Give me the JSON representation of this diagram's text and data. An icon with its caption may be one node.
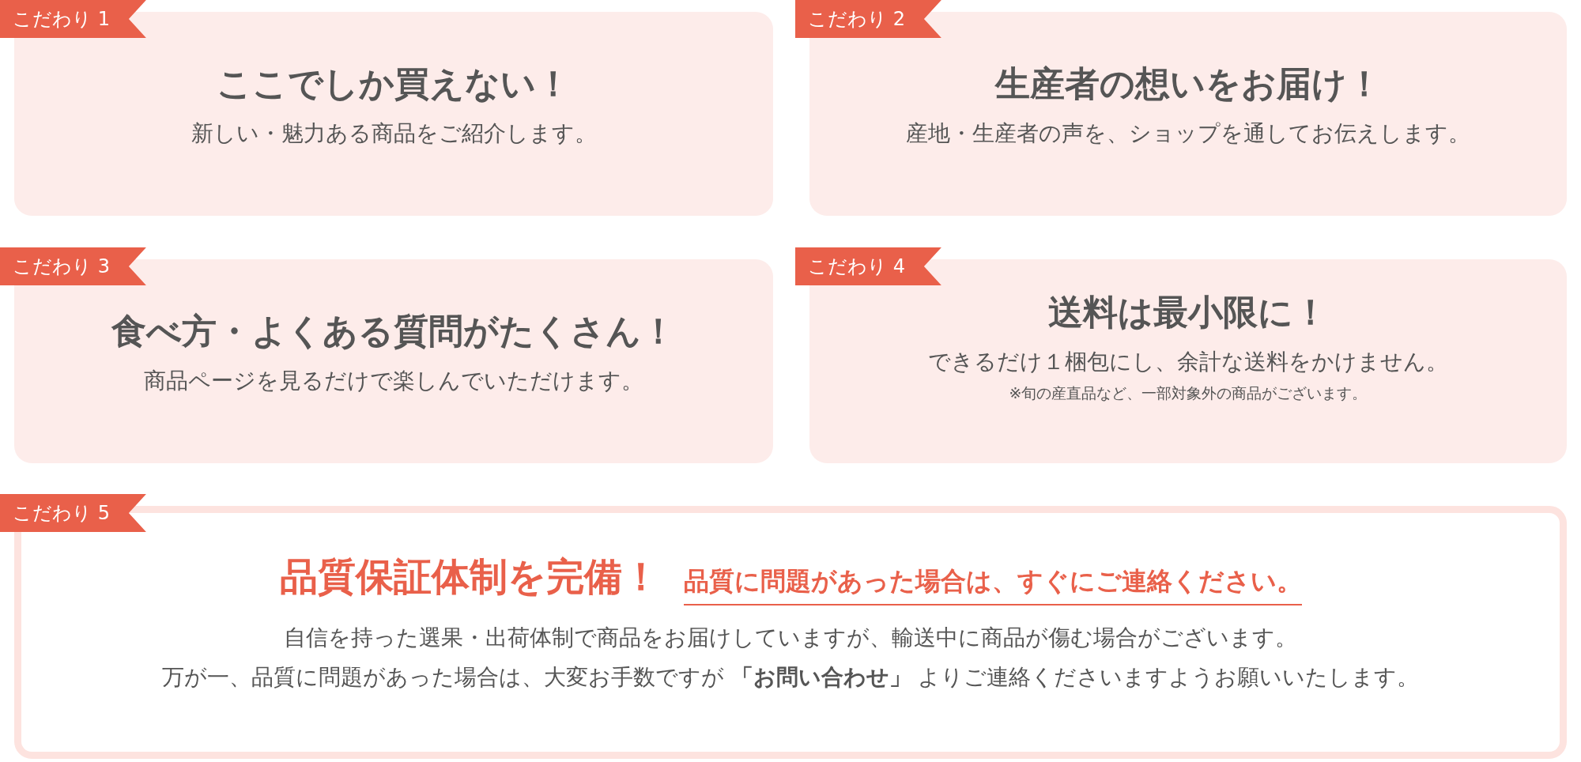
{
  "diagram": {
    "nodes": [
      {
        "text": [
          "こだわり 1",
          "ここでしか買えない！",
          "新しい・魅力ある商品をご紹介します。"
        ]
      },
      {
        "text": [
          "こだわり 2",
          "生産者の想いをお届け！",
          "産地・生産者の声を、ショップを通してお伝えします。"
        ]
      },
      {
        "text": [
          "こだわり 3",
          "食べ方・よくある質問がたくさん！",
          "商品ページを見るだけで楽しんでいただけます。"
        ]
      },
      {
        "text": [
          "こだわり 4",
          "送料は最小限に！",
          "できるだけ１梱包にし、余計な送料をかけません。",
          "※旬の産直品など、一部対象外の商品がございます。"
        ]
      },
      {
        "text": [
          "こだわり 5",
          "品質保証体制を完備！",
          "品質に問題があった場合は、すぐにご連絡ください。",
          "自信を持った選果・出荷体制で商品をお届けしていますが、輸送中に商品が傷む場合がございます。",
          "万が一、品質に問題があった場合は、大変お手数ですが **「お問い合わせ」** よりご連絡くださいますようお願いいたします。"
        ]
      }
    ]
  }
}
